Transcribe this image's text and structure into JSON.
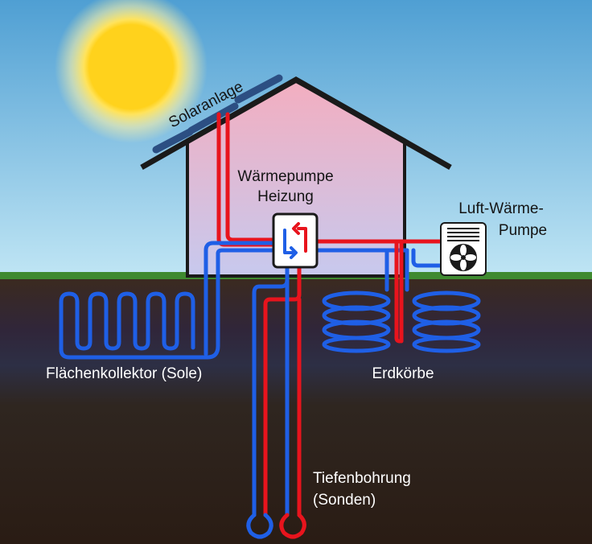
{
  "labels": {
    "solar": "Solaranlage",
    "heat_pump_line1": "Wärmepumpe",
    "heat_pump_line2": "Heizung",
    "air_pump_line1": "Luft-Wärme-",
    "air_pump_line2": "Pumpe",
    "surface_collector": "Flächenkollektor (Sole)",
    "ground_baskets": "Erdkörbe",
    "borehole_line1": "Tiefenbohrung",
    "borehole_line2": "(Sonden)"
  },
  "colors": {
    "sky_top": "#4f9fd3",
    "sky_bottom": "#bfe5f4",
    "grass": "#3f8a30",
    "soil_top": "#3b2a1f",
    "soil_mid": "#2d2f45",
    "soil_deep": "#2a1c14",
    "house_top": "#f3aec0",
    "house_bottom": "#c7c9ee",
    "roof": "#1a1a1a",
    "solar_panel": "#2c4f83",
    "pipe_red": "#e8141d",
    "pipe_blue": "#1f5fe6",
    "sun_core": "#ffd21c",
    "sun_glow": "#fff3a6"
  },
  "icons": {
    "heat_pump": "heat-exchange-icon",
    "air_pump": "fan-icon"
  }
}
